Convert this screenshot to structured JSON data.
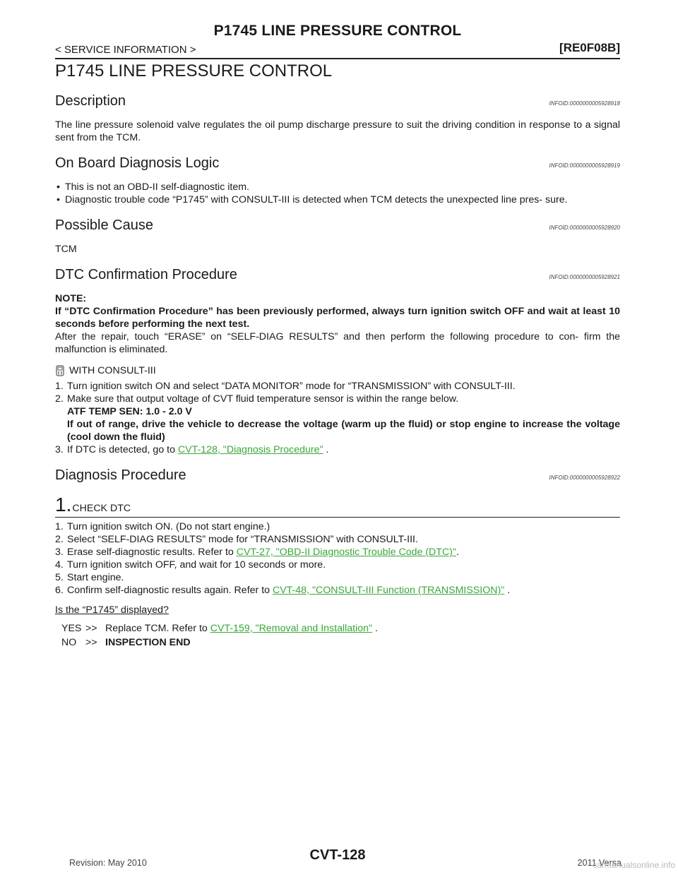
{
  "header": {
    "top_title": "P1745 LINE PRESSURE CONTROL",
    "service_info": "< SERVICE INFORMATION >",
    "model_code": "[RE0F08B]"
  },
  "main_heading": "P1745 LINE PRESSURE CONTROL",
  "description": {
    "title": "Description",
    "infoid": "INFOID:0000000005928918",
    "text": "The line pressure solenoid valve regulates the oil pump discharge pressure to suit the driving condition in response to a signal sent from the TCM."
  },
  "obd_logic": {
    "title": "On Board Diagnosis Logic",
    "infoid": "INFOID:0000000005928919",
    "bullets": [
      "This is not an OBD-II self-diagnostic item.",
      "Diagnostic trouble code “P1745” with CONSULT-III is detected when TCM detects the unexpected line pres- sure."
    ]
  },
  "possible_cause": {
    "title": "Possible Cause",
    "infoid": "INFOID:0000000005928920",
    "text": "TCM"
  },
  "dtc_confirm": {
    "title": "DTC Confirmation Procedure",
    "infoid": "INFOID:0000000005928921",
    "note_label": "NOTE:",
    "note_text": "If “DTC Confirmation Procedure” has been previously performed, always turn ignition switch OFF and wait at least 10 seconds before performing the next test.",
    "after_text": "After the repair, touch “ERASE” on “SELF-DIAG RESULTS” and then perform the following procedure to con- firm the malfunction is eliminated.",
    "with_label": "WITH CONSULT-III",
    "icon": "consult-tester-icon",
    "steps": [
      "1.",
      "Turn ignition switch ON and select “DATA MONITOR” mode for “TRANSMISSION” with CONSULT-III.",
      "2.",
      "Make sure that output voltage of CVT fluid temperature sensor is within the range below.",
      "3.",
      "If DTC is detected, go to"
    ],
    "step2_sub1": "ATF TEMP SEN: 1.0 - 2.0 V",
    "step2_sub2": "If out of range, drive the vehicle to decrease the voltage (warm up the fluid) or stop engine to increase the voltage (cool down the fluid)",
    "step3_link": "CVT-128, \"Diagnosis Procedure\"",
    "step3_tail": " ."
  },
  "diag_proc": {
    "title": "Diagnosis Procedure",
    "infoid": "INFOID:0000000005928922",
    "check_num": "1.",
    "check_label": "CHECK DTC",
    "steps": [
      {
        "num": "1.",
        "text": "Turn ignition switch ON. (Do not start engine.)",
        "link": "",
        "tail": ""
      },
      {
        "num": "2.",
        "text": "Select “SELF-DIAG RESULTS” mode for “TRANSMISSION” with CONSULT-III.",
        "link": "",
        "tail": ""
      },
      {
        "num": "3.",
        "text": "Erase self-diagnostic results. Refer to ",
        "link": "CVT-27, \"OBD-II Diagnostic Trouble Code (DTC)\"",
        "tail": "."
      },
      {
        "num": "4.",
        "text": "Turn ignition switch OFF, and wait for 10 seconds or more.",
        "link": "",
        "tail": ""
      },
      {
        "num": "5.",
        "text": "Start engine.",
        "link": "",
        "tail": ""
      },
      {
        "num": "6.",
        "text": "Confirm self-diagnostic results again. Refer to ",
        "link": "CVT-48, \"CONSULT-III Function (TRANSMISSION)\"",
        "tail": " ."
      }
    ],
    "question": "Is the “P1745” displayed?",
    "yes": {
      "key": "YES",
      "arrow": ">>",
      "text": "Replace TCM. Refer to ",
      "link": "CVT-159, \"Removal and Installation\"",
      "tail": " ."
    },
    "no": {
      "key": "NO",
      "arrow": ">>",
      "text": "INSPECTION END"
    }
  },
  "footer": {
    "page_code": "CVT-128",
    "revision": "Revision: May 2010",
    "year_model": "2011 Versa",
    "watermark": "carmanualsonline.info"
  }
}
